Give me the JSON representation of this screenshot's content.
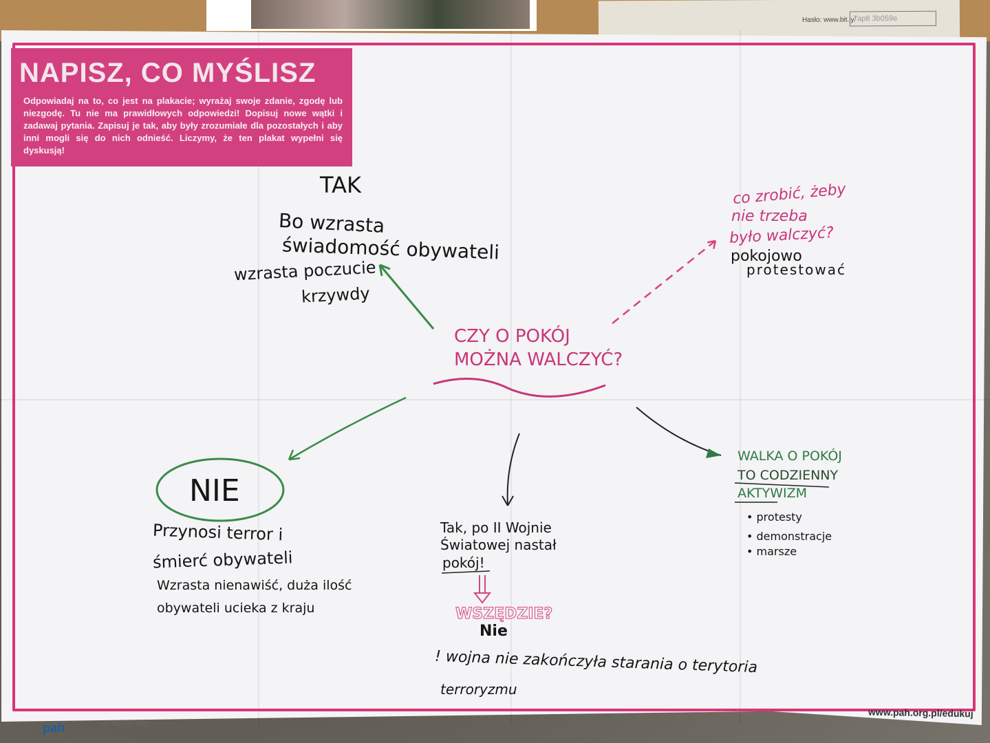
{
  "poster": {
    "title": "NAPISZ, CO MYŚLISZ",
    "instructions": "Odpowiadaj na to, co jest na plakacie; wyrażaj swoje zdanie, zgodę lub niezgodę. Tu nie ma prawidłowych odpowiedzi! Dopisuj nowe wątki i zadawaj pytania. Zapisuj je tak, aby były zrozumiałe dla pozostałych i aby inni mogli się do nich odnieść. Liczymy, że ten plakat wypełni się dyskusją!",
    "question_line1": "CZY O POKÓJ",
    "question_line2": "MOŻNA WALCZYĆ?",
    "footer_url": "www.pah.org.pl/edukuj",
    "logo_pah": "pah",
    "logo_polska_pomoc": "polska pomoc"
  },
  "notes": {
    "tak": "TAK",
    "tak_1": "Bo wzrasta",
    "tak_2": "świadomość obywateli",
    "tak_3": "wzrasta poczucie",
    "tak_4": "krzywdy",
    "q_1": "co zrobić, żeby",
    "q_2": "nie trzeba",
    "q_3": "było walczyć?",
    "q_ans_1": "pokojowo",
    "q_ans_2": "protestować",
    "nie": "NIE",
    "nie_1": "Przynosi terror i",
    "nie_2": "śmierć obywateli",
    "nie_3": "Wzrasta nienawiść, duża ilość",
    "nie_4": "obywateli ucieka z kraju",
    "mid_1": "Tak, po II Wojnie",
    "mid_2": "Światowej nastał",
    "mid_3": "pokój!",
    "wszedzie": "WSZĘDZIE?",
    "nie_answer": "Nie",
    "bottom_1": "! wojna nie zakończyła starania o terytoria",
    "bottom_2": "terroryzmu",
    "walka_1": "WALKA O POKÓJ",
    "walka_2": "TO CODZIENNY",
    "walka_3": "AKTYWIZM",
    "bullets": [
      "• protesty",
      "• demonstracje",
      "• marsze"
    ]
  },
  "handout": {
    "password_label": "Hasło: www.bit.ly/",
    "password_value": "7ap8 3b059e"
  },
  "colors": {
    "accent_pink": "#d3407f",
    "green": "#2f7a45"
  }
}
